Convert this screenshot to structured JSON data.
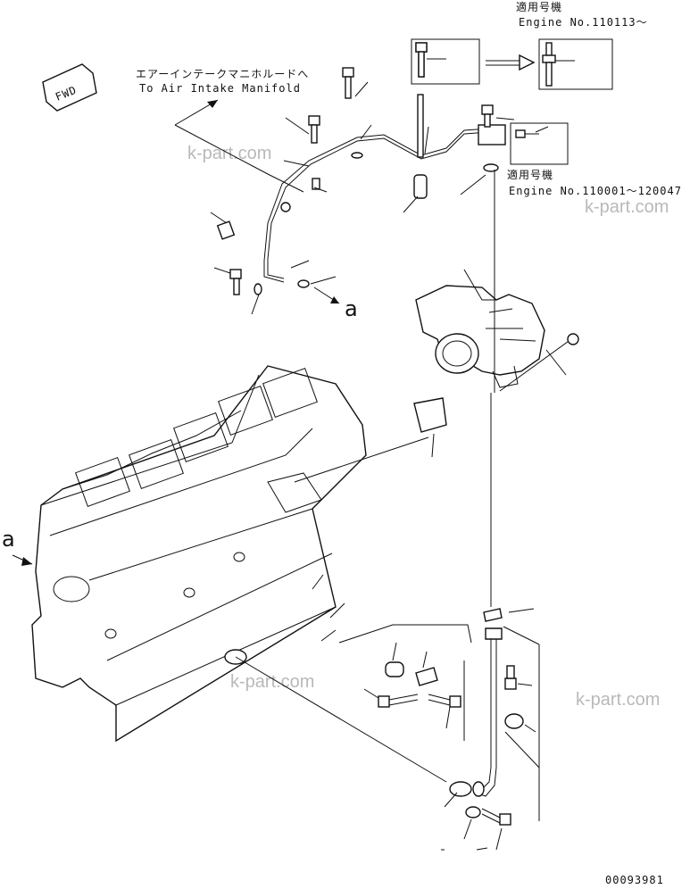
{
  "fwd_label": "FWD",
  "intake_note_jp": "エアーインテークマニホルードへ",
  "intake_note_en": "To Air Intake Manifold",
  "serial_top_jp": "適用号機",
  "serial_top_en": "Engine No.110113～",
  "serial_mid_jp": "適用号機",
  "serial_mid_en": "Engine No.110001～120047",
  "ref_label_right": "a",
  "ref_label_left": "a",
  "watermark": "k-part.com",
  "drawing_number": "00093981"
}
